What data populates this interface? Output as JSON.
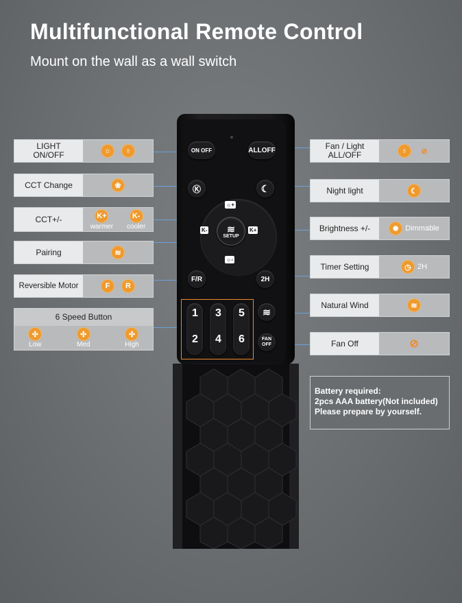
{
  "title": "Multifunctional Remote Control",
  "subtitle": "Mount on the wall as a wall switch",
  "left": {
    "light": "LIGHT\nON/OFF",
    "cct": "CCT Change",
    "cctpm": "CCT+/-",
    "kplus": "K+",
    "warmer": "warmer",
    "kminus": "K-",
    "cooler": "cooler",
    "pairing": "Pairing",
    "reversible": "Reversible Motor",
    "f": "F",
    "r": "R",
    "six": "6 Speed Button",
    "low": "Low",
    "med": "Med",
    "high": "High"
  },
  "right": {
    "fanlight": "Fan / Light\nALL/OFF",
    "night": "Night light",
    "brightness": "Brightness +/-",
    "dimmable": "Dimmable",
    "timer": "Timer Setting",
    "h2": "2H",
    "wind": "Natural Wind",
    "fanoff": "Fan Off"
  },
  "remote": {
    "onoff": "ON OFF",
    "alloff": "ALLOFF",
    "setup": "SETUP",
    "fr": "F/R",
    "h2": "2H",
    "fan_off": "FAN OFF",
    "n1": "1",
    "n2": "2",
    "n3": "3",
    "n4": "4",
    "n5": "5",
    "n6": "6"
  },
  "battery": {
    "line1": "Battery required:",
    "line2": "2pcs AAA battery(Not included)",
    "line3": "Please prepare by yourself."
  },
  "colors": {
    "accent": "#ee9a2e",
    "line": "#6ba1d8"
  }
}
